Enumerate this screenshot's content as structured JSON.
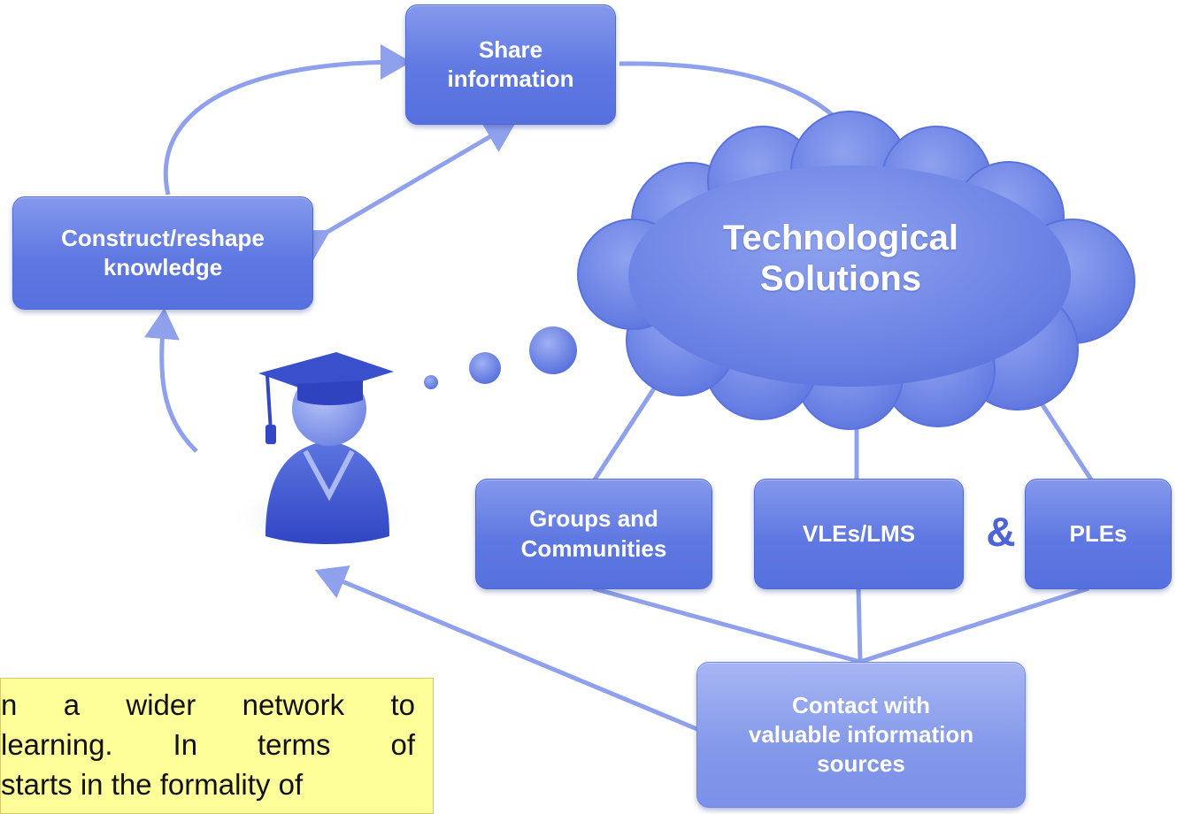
{
  "nodes": {
    "share": "Share\ninformation",
    "construct": "Construct/reshape\nknowledge",
    "cloud": "Technological\nSolutions",
    "groups": "Groups and\nCommunities",
    "vles": "VLEs/LMS",
    "ampersand": "&",
    "ples": "PLEs",
    "contact": "Contact with\nvaluable information\nsources"
  },
  "note_lines": [
    "n a wider network to",
    "learning. In terms of",
    "starts in the formality of"
  ],
  "colors": {
    "box": "#5f78e2",
    "box_light": "#8398ea",
    "arrow": "#8fa0ec",
    "cloud": "#6f86e6",
    "note_background": "#ffff99"
  },
  "icons": [
    "graduate-icon",
    "thought-bubble-icon",
    "cloud-icon"
  ]
}
